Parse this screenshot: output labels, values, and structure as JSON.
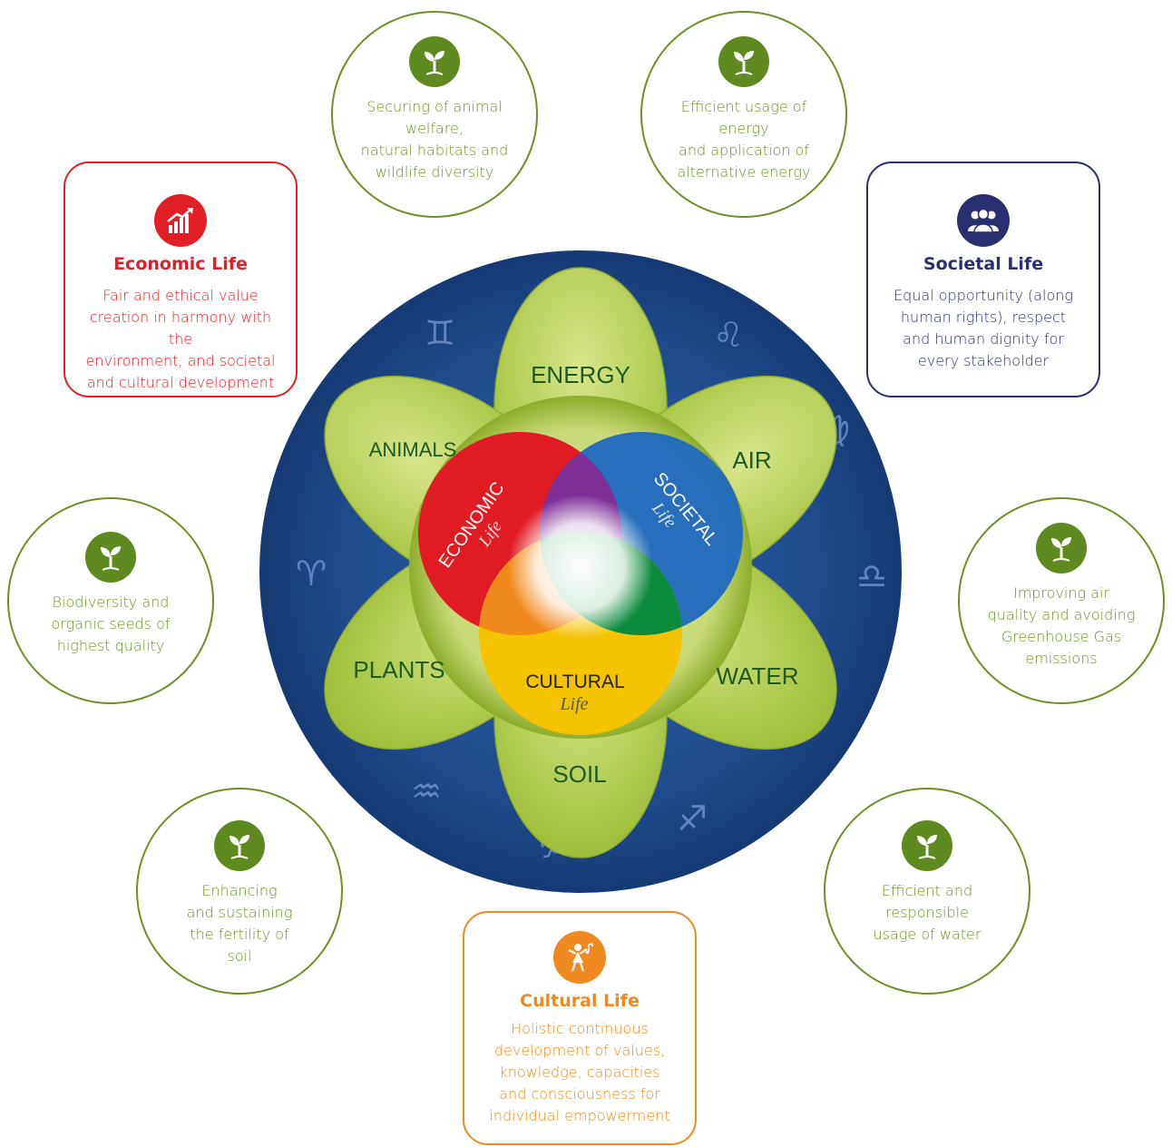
{
  "colors": {
    "green": "#6f8f2a",
    "economic": "#e21f26",
    "societal": "#2a2f6f",
    "cultural": "#ef8a21",
    "blue_disc": "#1f4a8c"
  },
  "center": {
    "petals": {
      "energy": "ENERGY",
      "air": "AIR",
      "water": "WATER",
      "soil": "SOIL",
      "plants": "PLANTS",
      "animals": "ANIMALS"
    },
    "economic": {
      "title": "ECONOMIC",
      "sub": "Life"
    },
    "societal": {
      "title": "SOCIETAL",
      "sub": "Life"
    },
    "cultural": {
      "title": "CULTURAL",
      "sub": "Life"
    },
    "zodiac": [
      "♋",
      "♌",
      "♍",
      "♎",
      "♏",
      "♐",
      "♑",
      "♒",
      "♓",
      "♈",
      "♉",
      "♊"
    ]
  },
  "circles": {
    "animals": {
      "icon": "sprout-icon",
      "text": [
        "Securing of animal",
        "welfare,",
        "natural habitats and",
        "wildlife diversity"
      ]
    },
    "energy": {
      "icon": "sprout-icon",
      "text": [
        "Efficient usage of",
        "energy",
        "and application of",
        "alternative energy"
      ]
    },
    "plants": {
      "icon": "sprout-icon",
      "text": [
        "Biodiversity and",
        "organic seeds of",
        "highest quality"
      ]
    },
    "air": {
      "icon": "sprout-icon",
      "text": [
        "Improving air",
        "quality and avoiding",
        "Greenhouse Gas",
        "emissions"
      ]
    },
    "soil": {
      "icon": "sprout-icon",
      "text": [
        "Enhancing",
        "and sustaining",
        "the fertility of",
        "soil"
      ]
    },
    "water": {
      "icon": "sprout-icon",
      "text": [
        "Efficient and",
        "responsible",
        "usage of water"
      ]
    }
  },
  "cards": {
    "economic": {
      "icon": "growth-chart-icon",
      "title": "Economic Life",
      "text": [
        "Fair and ethical value",
        "creation in harmony with the",
        "environment, and societal",
        "and cultural development"
      ]
    },
    "societal": {
      "icon": "people-group-icon",
      "title": "Societal Life",
      "text": [
        "Equal opportunity (along",
        "human rights), respect",
        "and human dignity for",
        "every stakeholder"
      ]
    },
    "cultural": {
      "icon": "dancing-child-icon",
      "title": "Cultural Life",
      "text": [
        "Holistic continuous",
        "development of values,",
        "knowledge, capacities",
        "and consciousness for",
        "individual empowerment"
      ]
    }
  }
}
